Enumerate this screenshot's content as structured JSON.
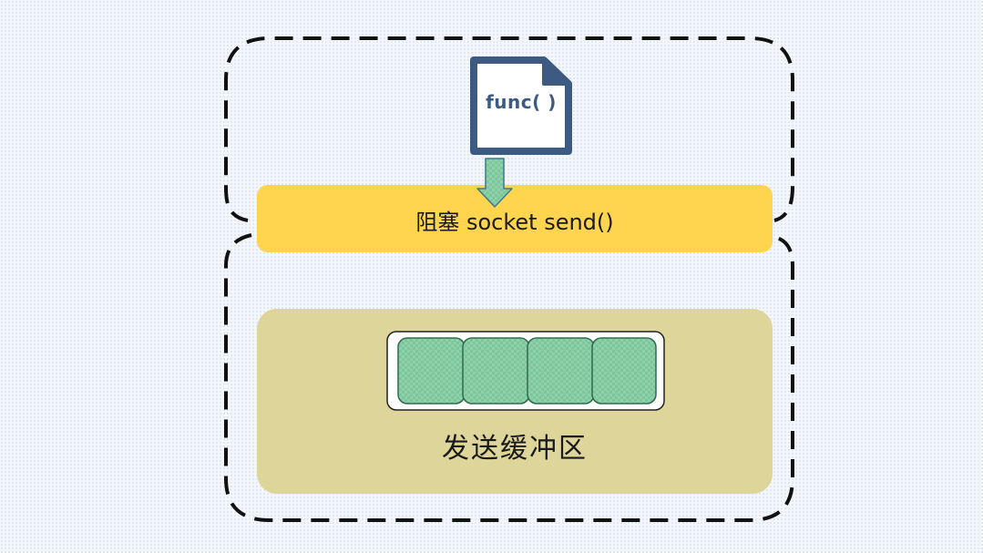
{
  "func": {
    "label": "func( )",
    "icon": "document-icon",
    "color": "#3d5a82"
  },
  "socket": {
    "label": "阻塞 socket send()",
    "color": "#ffd54f"
  },
  "buffer": {
    "label": "发送缓冲区",
    "color": "#ddd59a",
    "slot_color": "#8fd0ab",
    "slots": 4
  },
  "arrow": {
    "icon": "arrow-down-icon",
    "color": "#8fd0ab"
  }
}
